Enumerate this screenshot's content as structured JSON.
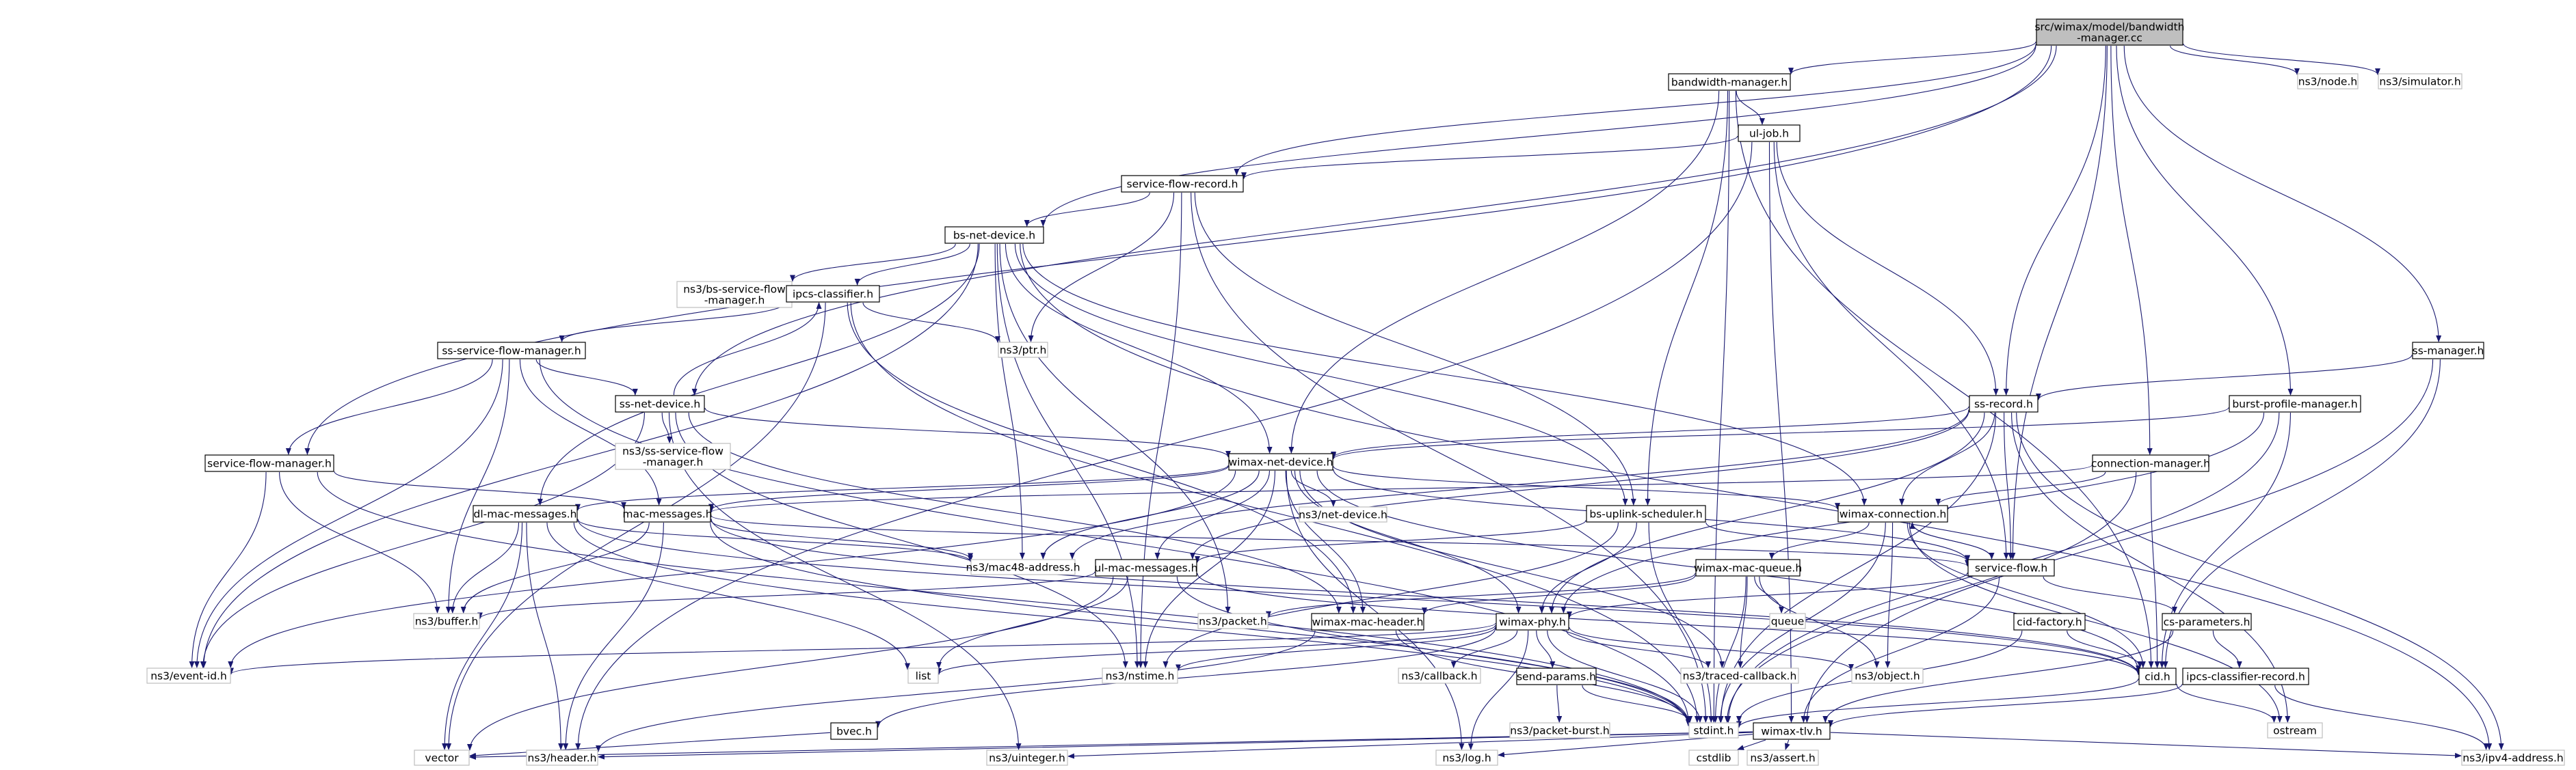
{
  "colors": {
    "edge": "#191970",
    "root_fill": "#bfbfbf",
    "local_fill": "#ffffff",
    "local_border": "#000000",
    "external_border": "#bfbfbf",
    "text": "#000000"
  },
  "diagram": {
    "root": "src/wimax/model/bandwidth-manager.cc",
    "nodes": [
      {
        "id": "root",
        "lines": [
          "src/wimax/model/bandwidth",
          "-manager.cc"
        ],
        "kind": "root"
      },
      {
        "id": "bandwidth_manager_h",
        "lines": [
          "bandwidth-manager.h"
        ],
        "kind": "local"
      },
      {
        "id": "ns3_node_h",
        "lines": [
          "ns3/node.h"
        ],
        "kind": "external"
      },
      {
        "id": "ns3_simulator_h",
        "lines": [
          "ns3/simulator.h"
        ],
        "kind": "external"
      },
      {
        "id": "ul_job_h",
        "lines": [
          "ul-job.h"
        ],
        "kind": "local"
      },
      {
        "id": "service_flow_record_h",
        "lines": [
          "service-flow-record.h"
        ],
        "kind": "local"
      },
      {
        "id": "bs_net_device_h",
        "lines": [
          "bs-net-device.h"
        ],
        "kind": "local"
      },
      {
        "id": "ns3_bs_service_flow_manager_h",
        "lines": [
          "ns3/bs-service-flow",
          "-manager.h"
        ],
        "kind": "external"
      },
      {
        "id": "ipcs_classifier_h",
        "lines": [
          "ipcs-classifier.h"
        ],
        "kind": "local"
      },
      {
        "id": "ns3_ptr_h",
        "lines": [
          "ns3/ptr.h"
        ],
        "kind": "external"
      },
      {
        "id": "ss_service_flow_manager_h",
        "lines": [
          "ss-service-flow-manager.h"
        ],
        "kind": "local"
      },
      {
        "id": "ss_net_device_h",
        "lines": [
          "ss-net-device.h"
        ],
        "kind": "local"
      },
      {
        "id": "ns3_ss_service_flow_manager_h",
        "lines": [
          "ns3/ss-service-flow",
          "-manager.h"
        ],
        "kind": "external"
      },
      {
        "id": "service_flow_manager_h",
        "lines": [
          "service-flow-manager.h"
        ],
        "kind": "local"
      },
      {
        "id": "wimax_net_device_h",
        "lines": [
          "wimax-net-device.h"
        ],
        "kind": "local"
      },
      {
        "id": "ss_manager_h",
        "lines": [
          "ss-manager.h"
        ],
        "kind": "local"
      },
      {
        "id": "ss_record_h",
        "lines": [
          "ss-record.h"
        ],
        "kind": "local"
      },
      {
        "id": "burst_profile_manager_h",
        "lines": [
          "burst-profile-manager.h"
        ],
        "kind": "local"
      },
      {
        "id": "connection_manager_h",
        "lines": [
          "connection-manager.h"
        ],
        "kind": "local"
      },
      {
        "id": "dl_mac_messages_h",
        "lines": [
          "dl-mac-messages.h"
        ],
        "kind": "local"
      },
      {
        "id": "mac_messages_h",
        "lines": [
          "mac-messages.h"
        ],
        "kind": "local"
      },
      {
        "id": "ns3_net_device_h",
        "lines": [
          "ns3/net-device.h"
        ],
        "kind": "external"
      },
      {
        "id": "bs_uplink_scheduler_h",
        "lines": [
          "bs-uplink-scheduler.h"
        ],
        "kind": "local"
      },
      {
        "id": "wimax_connection_h",
        "lines": [
          "wimax-connection.h"
        ],
        "kind": "local"
      },
      {
        "id": "ns3_mac48_address_h",
        "lines": [
          "ns3/mac48-address.h"
        ],
        "kind": "external"
      },
      {
        "id": "ul_mac_messages_h",
        "lines": [
          "ul-mac-messages.h"
        ],
        "kind": "local"
      },
      {
        "id": "wimax_mac_queue_h",
        "lines": [
          "wimax-mac-queue.h"
        ],
        "kind": "local"
      },
      {
        "id": "service_flow_h",
        "lines": [
          "service-flow.h"
        ],
        "kind": "local"
      },
      {
        "id": "ns3_buffer_h",
        "lines": [
          "ns3/buffer.h"
        ],
        "kind": "external"
      },
      {
        "id": "ns3_packet_h",
        "lines": [
          "ns3/packet.h"
        ],
        "kind": "external"
      },
      {
        "id": "queue",
        "lines": [
          "queue"
        ],
        "kind": "external"
      },
      {
        "id": "wimax_mac_header_h",
        "lines": [
          "wimax-mac-header.h"
        ],
        "kind": "local"
      },
      {
        "id": "wimax_phy_h",
        "lines": [
          "wimax-phy.h"
        ],
        "kind": "local"
      },
      {
        "id": "cid_factory_h",
        "lines": [
          "cid-factory.h"
        ],
        "kind": "local"
      },
      {
        "id": "cs_parameters_h",
        "lines": [
          "cs-parameters.h"
        ],
        "kind": "local"
      },
      {
        "id": "ns3_event_id_h",
        "lines": [
          "ns3/event-id.h"
        ],
        "kind": "external"
      },
      {
        "id": "list",
        "lines": [
          "list"
        ],
        "kind": "external"
      },
      {
        "id": "ns3_nstime_h",
        "lines": [
          "ns3/nstime.h"
        ],
        "kind": "external"
      },
      {
        "id": "ns3_callback_h",
        "lines": [
          "ns3/callback.h"
        ],
        "kind": "external"
      },
      {
        "id": "send_params_h",
        "lines": [
          "send-params.h"
        ],
        "kind": "local"
      },
      {
        "id": "ns3_traced_callback_h",
        "lines": [
          "ns3/traced-callback.h"
        ],
        "kind": "external"
      },
      {
        "id": "ns3_object_h",
        "lines": [
          "ns3/object.h"
        ],
        "kind": "external"
      },
      {
        "id": "cid_h",
        "lines": [
          "cid.h"
        ],
        "kind": "local"
      },
      {
        "id": "ipcs_classifier_record_h",
        "lines": [
          "ipcs-classifier-record.h"
        ],
        "kind": "local"
      },
      {
        "id": "bvec_h",
        "lines": [
          "bvec.h"
        ],
        "kind": "local"
      },
      {
        "id": "ns3_packet_burst_h",
        "lines": [
          "ns3/packet-burst.h"
        ],
        "kind": "external"
      },
      {
        "id": "stdint_h",
        "lines": [
          "stdint.h"
        ],
        "kind": "external"
      },
      {
        "id": "wimax_tlv_h",
        "lines": [
          "wimax-tlv.h"
        ],
        "kind": "local"
      },
      {
        "id": "ostream",
        "lines": [
          "ostream"
        ],
        "kind": "external"
      },
      {
        "id": "vector",
        "lines": [
          "vector"
        ],
        "kind": "external"
      },
      {
        "id": "ns3_header_h",
        "lines": [
          "ns3/header.h"
        ],
        "kind": "external"
      },
      {
        "id": "ns3_uinteger_h",
        "lines": [
          "ns3/uinteger.h"
        ],
        "kind": "external"
      },
      {
        "id": "ns3_log_h",
        "lines": [
          "ns3/log.h"
        ],
        "kind": "external"
      },
      {
        "id": "cstdlib",
        "lines": [
          "cstdlib"
        ],
        "kind": "external"
      },
      {
        "id": "ns3_assert_h",
        "lines": [
          "ns3/assert.h"
        ],
        "kind": "external"
      },
      {
        "id": "ns3_ipv4_address_h",
        "lines": [
          "ns3/ipv4-address.h"
        ],
        "kind": "external"
      }
    ],
    "edges": [
      [
        "root",
        "bandwidth_manager_h"
      ],
      [
        "root",
        "ns3_node_h"
      ],
      [
        "root",
        "ns3_simulator_h"
      ],
      [
        "root",
        "service_flow_record_h"
      ],
      [
        "root",
        "bs_net_device_h"
      ],
      [
        "root",
        "ss_net_device_h"
      ],
      [
        "root",
        "service_flow_manager_h"
      ],
      [
        "root",
        "ss_manager_h"
      ],
      [
        "root",
        "ss_record_h"
      ],
      [
        "root",
        "burst_profile_manager_h"
      ],
      [
        "root",
        "connection_manager_h"
      ],
      [
        "root",
        "service_flow_h"
      ],
      [
        "bandwidth_manager_h",
        "ul_job_h"
      ],
      [
        "bandwidth_manager_h",
        "wimax_net_device_h"
      ],
      [
        "bandwidth_manager_h",
        "bs_uplink_scheduler_h"
      ],
      [
        "bandwidth_manager_h",
        "stdint_h"
      ],
      [
        "bandwidth_manager_h",
        "cid_h"
      ],
      [
        "ul_job_h",
        "service_flow_record_h"
      ],
      [
        "ul_job_h",
        "ss_record_h"
      ],
      [
        "ul_job_h",
        "service_flow_h"
      ],
      [
        "ul_job_h",
        "ns3_header_h"
      ],
      [
        "ul_job_h",
        "wimax_tlv_h"
      ],
      [
        "service_flow_record_h",
        "bs_net_device_h"
      ],
      [
        "service_flow_record_h",
        "ns3_ptr_h"
      ],
      [
        "service_flow_record_h",
        "bs_uplink_scheduler_h"
      ],
      [
        "service_flow_record_h",
        "ns3_nstime_h"
      ],
      [
        "service_flow_record_h",
        "stdint_h"
      ],
      [
        "bs_net_device_h",
        "ns3_bs_service_flow_manager_h"
      ],
      [
        "bs_net_device_h",
        "ipcs_classifier_h"
      ],
      [
        "bs_net_device_h",
        "wimax_net_device_h"
      ],
      [
        "bs_net_device_h",
        "dl_mac_messages_h"
      ],
      [
        "bs_net_device_h",
        "ns3_mac48_address_h"
      ],
      [
        "bs_net_device_h",
        "ns3_event_id_h"
      ],
      [
        "bs_net_device_h",
        "bs_uplink_scheduler_h"
      ],
      [
        "bs_net_device_h",
        "wimax_connection_h"
      ],
      [
        "bs_net_device_h",
        "ns3_nstime_h"
      ],
      [
        "bs_net_device_h",
        "ns3_packet_h"
      ],
      [
        "bs_net_device_h",
        "ns3_ipv4_address_h"
      ],
      [
        "ipcs_classifier_h",
        "ns3_ptr_h"
      ],
      [
        "ipcs_classifier_h",
        "ss_service_flow_manager_h"
      ],
      [
        "ipcs_classifier_h",
        "vector"
      ],
      [
        "ipcs_classifier_h",
        "wimax_mac_header_h"
      ],
      [
        "ipcs_classifier_h",
        "stdint_h"
      ],
      [
        "ss_service_flow_manager_h",
        "ss_net_device_h"
      ],
      [
        "ss_service_flow_manager_h",
        "service_flow_manager_h"
      ],
      [
        "ss_service_flow_manager_h",
        "mac_messages_h"
      ],
      [
        "ss_service_flow_manager_h",
        "ns3_event_id_h"
      ],
      [
        "ss_service_flow_manager_h",
        "ns3_buffer_h"
      ],
      [
        "ss_service_flow_manager_h",
        "stdint_h"
      ],
      [
        "ss_net_device_h",
        "ipcs_classifier_h"
      ],
      [
        "ss_net_device_h",
        "ns3_ss_service_flow_manager_h"
      ],
      [
        "ss_net_device_h",
        "wimax_net_device_h"
      ],
      [
        "ss_net_device_h",
        "ns3_event_id_h"
      ],
      [
        "ss_net_device_h",
        "ns3_nstime_h"
      ],
      [
        "ss_net_device_h",
        "ns3_uinteger_h"
      ],
      [
        "ss_net_device_h",
        "wimax_mac_header_h"
      ],
      [
        "service_flow_manager_h",
        "mac_messages_h"
      ],
      [
        "service_flow_manager_h",
        "ns3_event_id_h"
      ],
      [
        "service_flow_manager_h",
        "ns3_buffer_h"
      ],
      [
        "service_flow_manager_h",
        "stdint_h"
      ],
      [
        "wimax_net_device_h",
        "dl_mac_messages_h"
      ],
      [
        "wimax_net_device_h",
        "mac_messages_h"
      ],
      [
        "wimax_net_device_h",
        "ns3_net_device_h"
      ],
      [
        "wimax_net_device_h",
        "wimax_connection_h"
      ],
      [
        "wimax_net_device_h",
        "ns3_mac48_address_h"
      ],
      [
        "wimax_net_device_h",
        "ul_mac_messages_h"
      ],
      [
        "wimax_net_device_h",
        "wimax_mac_header_h"
      ],
      [
        "wimax_net_device_h",
        "wimax_phy_h"
      ],
      [
        "wimax_net_device_h",
        "ns3_event_id_h"
      ],
      [
        "wimax_net_device_h",
        "ns3_nstime_h"
      ],
      [
        "wimax_net_device_h",
        "ns3_log_h"
      ],
      [
        "wimax_net_device_h",
        "cid_h"
      ],
      [
        "wimax_net_device_h",
        "ns3_traced_callback_h"
      ],
      [
        "wimax_net_device_h",
        "service_flow_h"
      ],
      [
        "ss_manager_h",
        "ss_record_h"
      ],
      [
        "ss_manager_h",
        "cid_h"
      ],
      [
        "ss_manager_h",
        "wimax_tlv_h"
      ],
      [
        "ss_record_h",
        "wimax_net_device_h"
      ],
      [
        "ss_record_h",
        "wimax_connection_h"
      ],
      [
        "ss_record_h",
        "service_flow_h"
      ],
      [
        "ss_record_h",
        "ns3_mac48_address_h"
      ],
      [
        "ss_record_h",
        "ns3_ipv4_address_h"
      ],
      [
        "ss_record_h",
        "ul_mac_messages_h"
      ],
      [
        "ss_record_h",
        "wimax_phy_h"
      ],
      [
        "ss_record_h",
        "ostream"
      ],
      [
        "ss_record_h",
        "stdint_h"
      ],
      [
        "burst_profile_manager_h",
        "wimax_net_device_h"
      ],
      [
        "burst_profile_manager_h",
        "cid_h"
      ],
      [
        "burst_profile_manager_h",
        "wimax_phy_h"
      ],
      [
        "burst_profile_manager_h",
        "stdint_h"
      ],
      [
        "connection_manager_h",
        "wimax_connection_h"
      ],
      [
        "connection_manager_h",
        "cid_h"
      ],
      [
        "connection_manager_h",
        "mac_messages_h"
      ],
      [
        "connection_manager_h",
        "stdint_h"
      ],
      [
        "dl_mac_messages_h",
        "ns3_mac48_address_h"
      ],
      [
        "dl_mac_messages_h",
        "ns3_buffer_h"
      ],
      [
        "dl_mac_messages_h",
        "list"
      ],
      [
        "dl_mac_messages_h",
        "vector"
      ],
      [
        "dl_mac_messages_h",
        "ns3_header_h"
      ],
      [
        "dl_mac_messages_h",
        "stdint_h"
      ],
      [
        "dl_mac_messages_h",
        "cid_h"
      ],
      [
        "mac_messages_h",
        "ns3_mac48_address_h"
      ],
      [
        "mac_messages_h",
        "ns3_buffer_h"
      ],
      [
        "mac_messages_h",
        "ns3_header_h"
      ],
      [
        "mac_messages_h",
        "stdint_h"
      ],
      [
        "mac_messages_h",
        "service_flow_h"
      ],
      [
        "mac_messages_h",
        "cid_h"
      ],
      [
        "bs_uplink_scheduler_h",
        "ul_mac_messages_h"
      ],
      [
        "bs_uplink_scheduler_h",
        "service_flow_h"
      ],
      [
        "bs_uplink_scheduler_h",
        "wimax_phy_h"
      ],
      [
        "bs_uplink_scheduler_h",
        "ns3_nstime_h"
      ],
      [
        "bs_uplink_scheduler_h",
        "stdint_h"
      ],
      [
        "wimax_connection_h",
        "wimax_mac_queue_h"
      ],
      [
        "wimax_connection_h",
        "service_flow_h"
      ],
      [
        "wimax_connection_h",
        "cid_h"
      ],
      [
        "wimax_connection_h",
        "ns3_object_h"
      ],
      [
        "wimax_connection_h",
        "stdint_h"
      ],
      [
        "wimax_connection_h",
        "ostream"
      ],
      [
        "ul_mac_messages_h",
        "ns3_buffer_h"
      ],
      [
        "ul_mac_messages_h",
        "list"
      ],
      [
        "ul_mac_messages_h",
        "vector"
      ],
      [
        "ul_mac_messages_h",
        "stdint_h"
      ],
      [
        "ul_mac_messages_h",
        "cid_h"
      ],
      [
        "wimax_mac_queue_h",
        "ns3_packet_h"
      ],
      [
        "wimax_mac_queue_h",
        "queue"
      ],
      [
        "wimax_mac_queue_h",
        "wimax_mac_header_h"
      ],
      [
        "wimax_mac_queue_h",
        "ns3_traced_callback_h"
      ],
      [
        "wimax_mac_queue_h",
        "ns3_object_h"
      ],
      [
        "wimax_mac_queue_h",
        "stdint_h"
      ],
      [
        "service_flow_h",
        "wimax_connection_h"
      ],
      [
        "service_flow_h",
        "cs_parameters_h"
      ],
      [
        "service_flow_h",
        "wimax_phy_h"
      ],
      [
        "service_flow_h",
        "wimax_tlv_h"
      ],
      [
        "wimax_mac_header_h",
        "ns3_header_h"
      ],
      [
        "wimax_mac_header_h",
        "stdint_h"
      ],
      [
        "wimax_phy_h",
        "ns3_event_id_h"
      ],
      [
        "wimax_phy_h",
        "list"
      ],
      [
        "wimax_phy_h",
        "ns3_nstime_h"
      ],
      [
        "wimax_phy_h",
        "ns3_callback_h"
      ],
      [
        "wimax_phy_h",
        "send_params_h"
      ],
      [
        "wimax_phy_h",
        "ns3_traced_callback_h"
      ],
      [
        "wimax_phy_h",
        "ns3_object_h"
      ],
      [
        "wimax_phy_h",
        "bvec_h"
      ],
      [
        "wimax_phy_h",
        "stdint_h"
      ],
      [
        "wimax_phy_h",
        "ns3_log_h"
      ],
      [
        "cid_factory_h",
        "cid_h"
      ],
      [
        "cid_factory_h",
        "stdint_h"
      ],
      [
        "cs_parameters_h",
        "ipcs_classifier_record_h"
      ],
      [
        "cs_parameters_h",
        "wimax_tlv_h"
      ],
      [
        "send_params_h",
        "ns3_packet_burst_h"
      ],
      [
        "send_params_h",
        "stdint_h"
      ],
      [
        "cid_h",
        "stdint_h"
      ],
      [
        "cid_h",
        "ostream"
      ],
      [
        "ipcs_classifier_record_h",
        "wimax_tlv_h"
      ],
      [
        "ipcs_classifier_record_h",
        "ns3_ipv4_address_h"
      ],
      [
        "bvec_h",
        "vector"
      ],
      [
        "wimax_tlv_h",
        "ns3_header_h"
      ],
      [
        "wimax_tlv_h",
        "ns3_uinteger_h"
      ],
      [
        "wimax_tlv_h",
        "ns3_log_h"
      ],
      [
        "wimax_tlv_h",
        "cstdlib"
      ],
      [
        "wimax_tlv_h",
        "ns3_assert_h"
      ],
      [
        "wimax_tlv_h",
        "ns3_ipv4_address_h"
      ],
      [
        "wimax_tlv_h",
        "vector"
      ]
    ]
  }
}
